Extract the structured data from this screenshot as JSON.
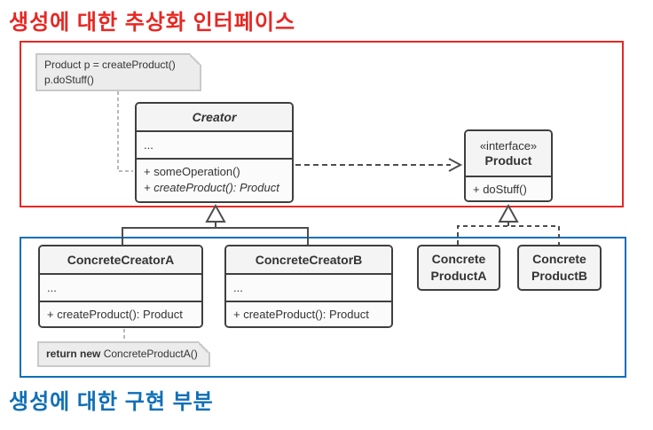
{
  "titles": {
    "top": "생성에 대한 추상화 인터페이스",
    "bottom": "생성에 대한 구현 부분"
  },
  "colors": {
    "red": "#e62823",
    "blue": "#0f6fb7",
    "line": "#4d4d4d",
    "note_connector": "#b9b9b9",
    "box_border": "#3f3f3f",
    "header_bg": "#f4f4f4",
    "note_bg": "#ececec",
    "note_border": "#c9c9c9"
  },
  "notes": {
    "creator_note": {
      "line1": "Product p = createProduct()",
      "line2": "p.doStuff()"
    },
    "return_note": {
      "bold": "return new ",
      "rest": "ConcreteProductA()"
    }
  },
  "classes": {
    "creator": {
      "name": "Creator",
      "ellipsis": "...",
      "methods": [
        "+ someOperation()",
        "+ createProduct(): Product"
      ]
    },
    "product": {
      "stereotype": "«interface»",
      "name": "Product",
      "methods": [
        "+ doStuff()"
      ]
    },
    "concrete_creator_a": {
      "name": "ConcreteCreatorA",
      "ellipsis": "...",
      "methods": [
        "+ createProduct(): Product"
      ]
    },
    "concrete_creator_b": {
      "name": "ConcreteCreatorB",
      "ellipsis": "...",
      "methods": [
        "+ createProduct(): Product"
      ]
    },
    "concrete_product_a": {
      "name_line1": "Concrete",
      "name_line2": "ProductA"
    },
    "concrete_product_b": {
      "name_line1": "Concrete",
      "name_line2": "ProductB"
    }
  }
}
